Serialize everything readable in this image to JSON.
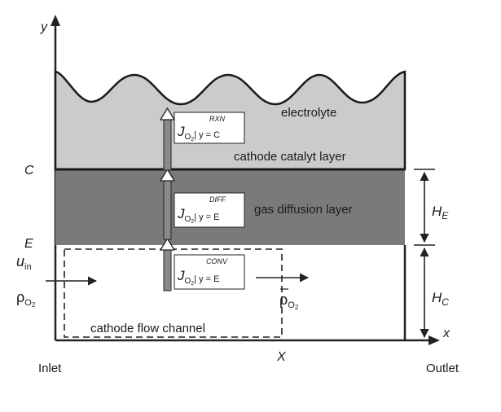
{
  "diagram": {
    "axes": {
      "y": "y",
      "x": "x"
    },
    "levels": {
      "C": "C",
      "E": "E",
      "X": "X"
    },
    "regions": {
      "electrolyte": "electrolyte",
      "catalyst": "cathode catalyt layer",
      "gas_diffusion": "gas diffusion layer",
      "flow_channel": "cathode flow channel"
    },
    "bottom_labels": {
      "inlet": "Inlet",
      "outlet": "Outlet"
    },
    "dimensions": {
      "HE": {
        "main": "H",
        "sub": "E"
      },
      "HC": {
        "main": "H",
        "sub": "C"
      }
    },
    "fluxes": {
      "rxn": {
        "J": "J",
        "J_sub": "O",
        "J_subsub": "2",
        "sup": "RXN",
        "cond": "| y = C"
      },
      "diff": {
        "J": "J",
        "J_sub": "O",
        "J_subsub": "2",
        "sup": "DIFF",
        "cond": "| y = E"
      },
      "conv": {
        "J": "J",
        "J_sub": "O",
        "J_subsub": "2",
        "sup": "CONV",
        "cond": "| y = E"
      }
    },
    "inlet_vars": {
      "u": "u",
      "u_sub": "in",
      "rho": "ρ",
      "rho_sub": "O",
      "rho_subsub": "2"
    },
    "outlet_var": {
      "rho": "ρ",
      "rho_sub": "O",
      "rho_subsub": "2"
    },
    "colors": {
      "electrolyte_fill": "#cbcbcb",
      "gdl_fill": "#7a7a7a",
      "line": "#222222",
      "flux_arrow": "#8a8a8a"
    }
  }
}
